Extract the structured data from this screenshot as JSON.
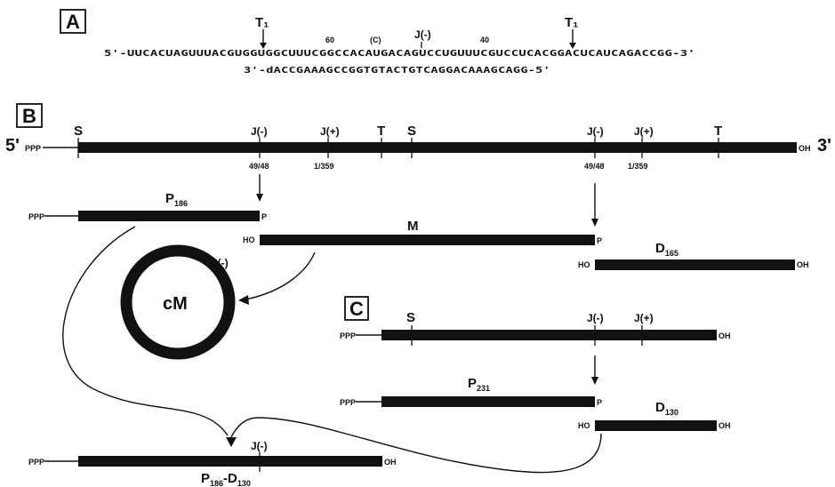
{
  "panelA": {
    "label": "A",
    "t1_left": "T₁",
    "t1_right": "T₁",
    "num60": "60",
    "c_label": "(C)",
    "j_minus": "J(-)",
    "num40": "40",
    "seq_top": "5'-UUCACUAGUUUACGUGGUGGCUUUCGGCCACAUGACAGUCCUGUUUCGUCCUCACGGACUCAUCAGACCGG-3'",
    "seq_bottom": "3'-dACCGAAAGCCGGTGTACTGTCAGGACAAAGCAGG-5'"
  },
  "panelB": {
    "label": "B",
    "five_prime": "5'",
    "three_prime": "3'",
    "ppp": "PPP",
    "oh": "OH",
    "ho": "HO",
    "p_end": "P",
    "S": "S",
    "T": "T",
    "J_minus": "J(-)",
    "J_plus": "J(+)",
    "pos_49_48": "49/48",
    "pos_1_359": "1/359",
    "P_main": "P",
    "P_sub": "186",
    "M": "M",
    "D_main": "D",
    "D_sub": "165",
    "cM": "cM"
  },
  "panelC": {
    "label": "C",
    "ppp": "PPP",
    "oh": "OH",
    "ho": "HO",
    "p_end": "P",
    "S": "S",
    "J_minus": "J(-)",
    "J_plus": "J(+)",
    "P_main": "P",
    "P_sub": "231",
    "D_main": "D",
    "D_sub": "130"
  },
  "product": {
    "ppp": "PPP",
    "oh": "OH",
    "J_minus": "J(-)",
    "label_P": "P",
    "label_P_sub": "186",
    "label_dash": "-D",
    "label_D_sub": "130"
  }
}
